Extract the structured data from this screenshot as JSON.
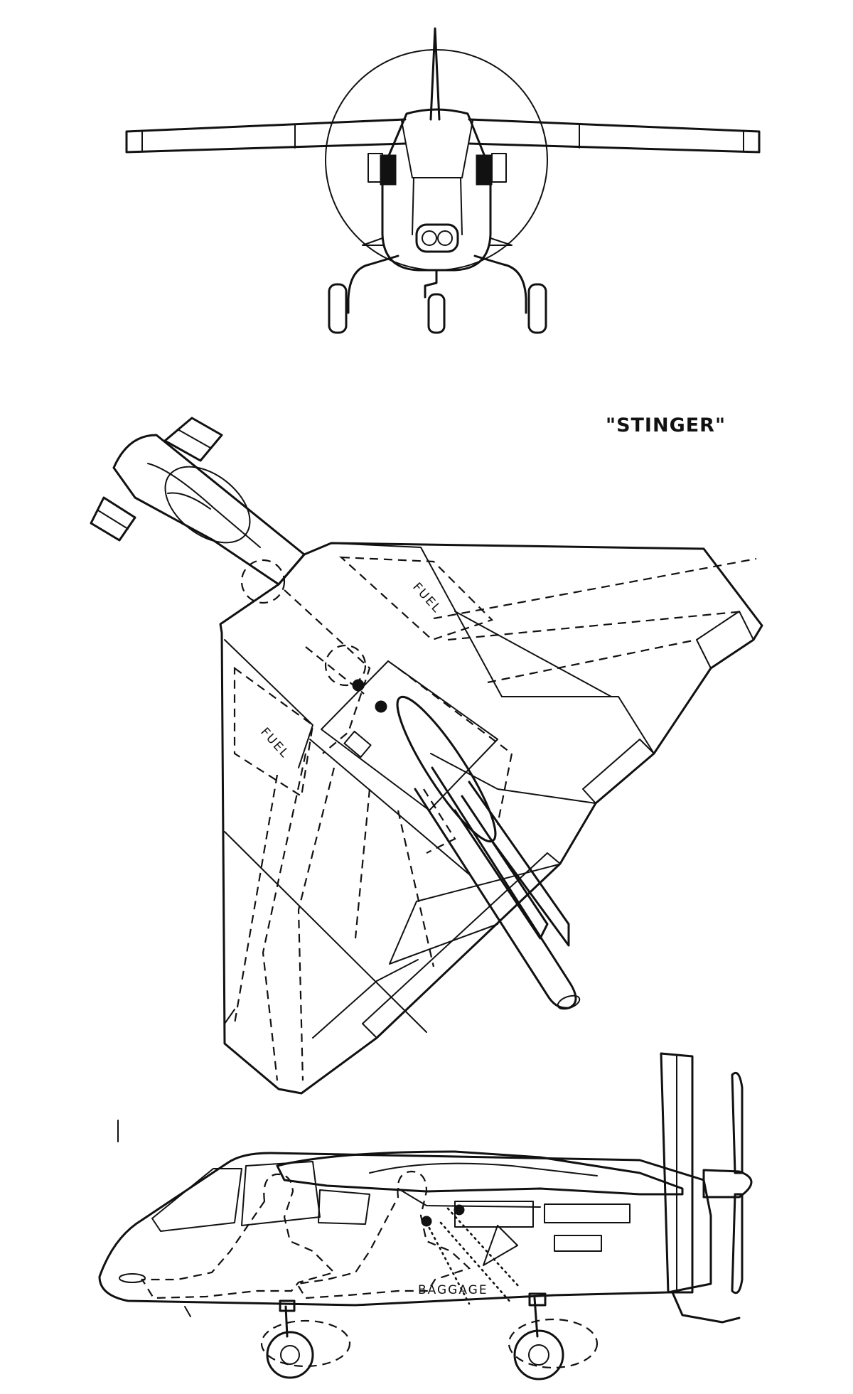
{
  "title": "\"STINGER\"",
  "labels": {
    "fuel_right": "FUEL",
    "fuel_left": "FUEL",
    "baggage": "BAGGAGE"
  },
  "colors": {
    "ink": "#111111",
    "paper": "#ffffff"
  }
}
